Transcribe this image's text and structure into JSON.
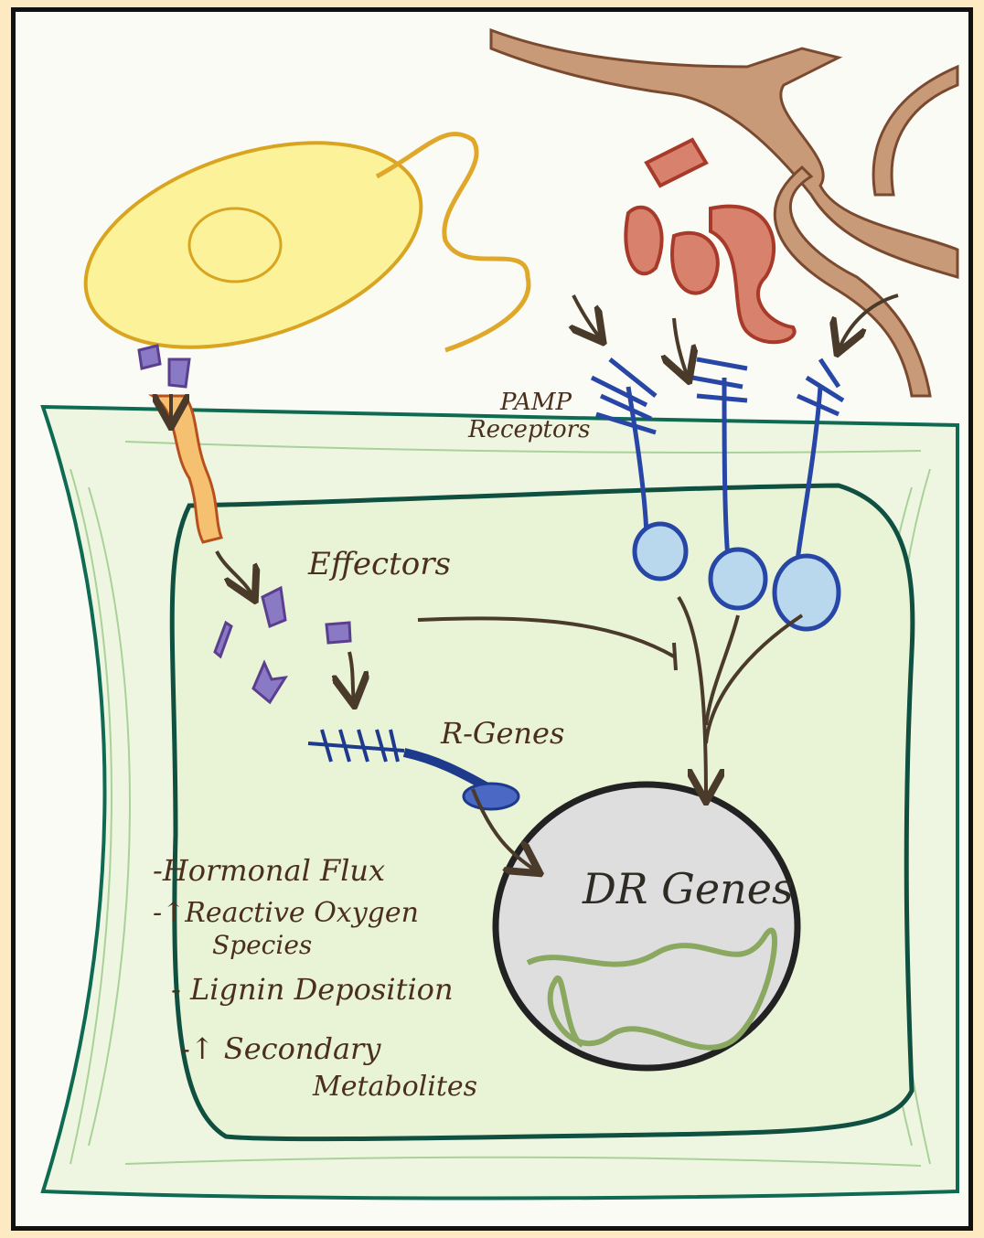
{
  "labels": {
    "pamp_line1": "PAMP",
    "pamp_line2": "Receptors",
    "effectors": "Effectors",
    "r_genes": "R-Genes",
    "dr_genes": "DR Genes"
  },
  "responses": [
    {
      "line1": "-Hormonal Flux",
      "line2": ""
    },
    {
      "line1": "-↑Reactive Oxygen",
      "line2": "Species"
    },
    {
      "line1": "- Lignin Deposition",
      "line2": ""
    },
    {
      "line1": "-↑ Secondary",
      "line2": "Metabolites"
    }
  ],
  "colors": {
    "cell_wall": "#0f6a52",
    "cytoplasm": "#e9f3d6",
    "receptor": "#2746a6",
    "r_gene": "#1e3a8c",
    "effector": "#5a3f8f",
    "fungus": "#d9a520",
    "oomycete": "#a83a2a",
    "hyphae": "#7a4a30",
    "arrow": "#4a3a2a",
    "nucleus": "#cfcfcf",
    "dna": "#8aa860"
  }
}
